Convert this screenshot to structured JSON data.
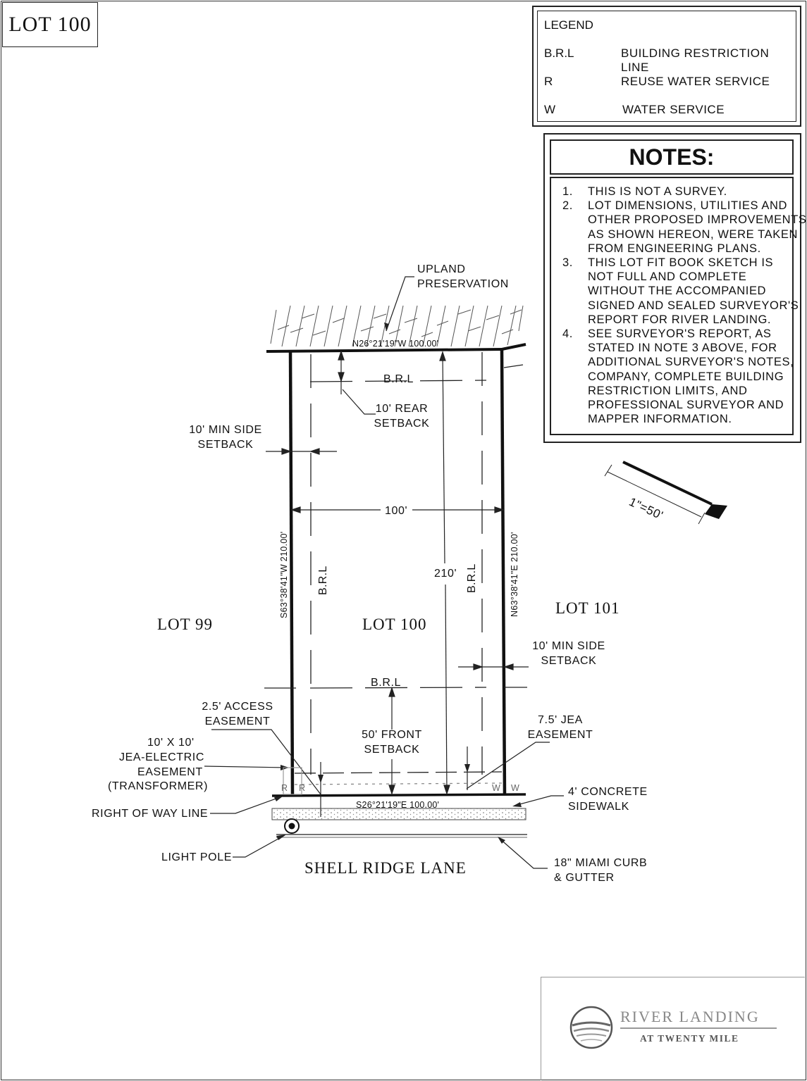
{
  "title": "LOT 100",
  "legend": {
    "title": "LEGEND",
    "items": [
      {
        "abbr": "B.R.L",
        "desc": "BUILDING RESTRICTION LINE"
      },
      {
        "abbr": "R",
        "desc": "REUSE WATER SERVICE"
      },
      {
        "abbr": "W",
        "desc": "WATER SERVICE"
      }
    ]
  },
  "notes": {
    "heading": "NOTES:",
    "lines": [
      {
        "num": "1.",
        "text": "THIS IS NOT A SURVEY."
      },
      {
        "num": "2.",
        "text": "LOT DIMENSIONS, UTILITIES AND"
      },
      {
        "num": "",
        "text": "OTHER PROPOSED IMPROVEMENTS,"
      },
      {
        "num": "",
        "text": "AS SHOWN HEREON, WERE TAKEN"
      },
      {
        "num": "",
        "text": "FROM ENGINEERING PLANS."
      },
      {
        "num": "3.",
        "text": "THIS LOT FIT BOOK SKETCH IS"
      },
      {
        "num": "",
        "text": "NOT FULL AND COMPLETE"
      },
      {
        "num": "",
        "text": "WITHOUT THE ACCOMPANIED"
      },
      {
        "num": "",
        "text": "SIGNED AND SEALED SURVEYOR'S"
      },
      {
        "num": "",
        "text": "REPORT FOR RIVER LANDING."
      },
      {
        "num": "4.",
        "text": "SEE SURVEYOR'S REPORT, AS"
      },
      {
        "num": "",
        "text": "STATED IN NOTE 3 ABOVE, FOR"
      },
      {
        "num": "",
        "text": "ADDITIONAL SURVEYOR'S NOTES,"
      },
      {
        "num": "",
        "text": "COMPANY, COMPLETE BUILDING"
      },
      {
        "num": "",
        "text": "RESTRICTION LIMITS, AND"
      },
      {
        "num": "",
        "text": "PROFESSIONAL SURVEYOR AND"
      },
      {
        "num": "",
        "text": "MAPPER INFORMATION."
      }
    ]
  },
  "scale": "1\"=50'",
  "plan": {
    "upland": [
      "UPLAND",
      "PRESERVATION"
    ],
    "rear_bearing": "N26°21'19\"W 100.00'",
    "front_bearing": "S26°21'19\"E 100.00'",
    "left_bearing": "S63°38'41\"W 210.00'",
    "right_bearing": "N63°38'41\"E 210.00'",
    "brl": "B.R.L",
    "rear_setback": [
      "10' REAR",
      "SETBACK"
    ],
    "left_side_setback": [
      "10' MIN SIDE",
      "SETBACK"
    ],
    "right_side_setback": [
      "10' MIN SIDE",
      "SETBACK"
    ],
    "width_dim": "100'",
    "depth_dim": "210'",
    "lot_left": "LOT 99",
    "lot_center": "LOT 100",
    "lot_right": "LOT 101",
    "front_setback": [
      "50' FRONT",
      "SETBACK"
    ],
    "access_easement": [
      "2.5' ACCESS",
      "EASEMENT"
    ],
    "jea_electric": [
      "10' X 10'",
      "JEA-ELECTRIC",
      "EASEMENT",
      "(TRANSFORMER)"
    ],
    "jea_easement": [
      "7.5' JEA",
      "EASEMENT"
    ],
    "sidewalk": [
      "4' CONCRETE",
      "SIDEWALK"
    ],
    "right_of_way": "RIGHT OF WAY LINE",
    "light_pole": "LIGHT POLE",
    "street": "SHELL RIDGE LANE",
    "curb": [
      "18\" MIAMI CURB",
      "& GUTTER"
    ],
    "reuse_mark": "R",
    "water_mark": "W"
  },
  "brand": {
    "name": "RIVER LANDING",
    "tagline": "AT TWENTY MILE"
  }
}
